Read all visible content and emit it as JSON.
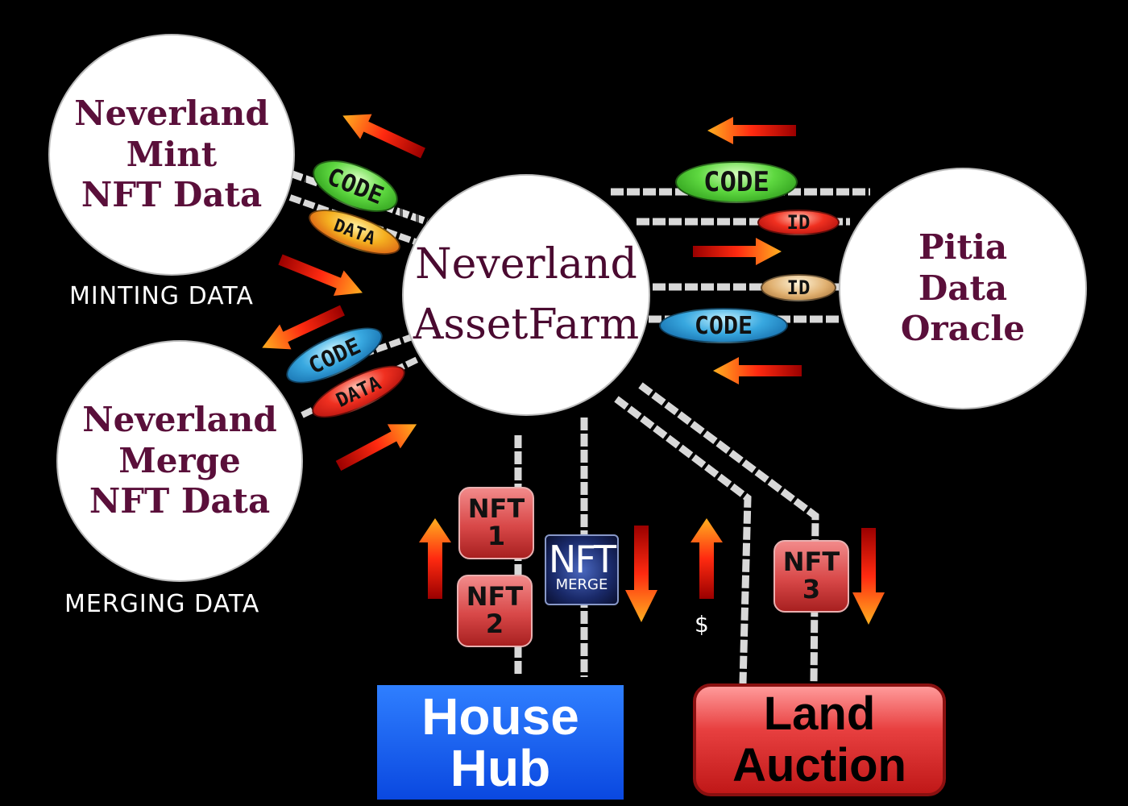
{
  "nodes": {
    "mint": [
      "Neverland",
      "Mint",
      "NFT Data"
    ],
    "merge": [
      "Neverland",
      "Merge",
      "NFT Data"
    ],
    "farm": [
      "Neverland",
      "AssetFarm"
    ],
    "oracle": [
      "Pitia",
      "Data",
      "Oracle"
    ]
  },
  "captions": {
    "minting": "MINTING DATA",
    "merging": "MERGING DATA"
  },
  "pills": {
    "code": "CODE",
    "data": "DATA",
    "id": "ID"
  },
  "nft": {
    "label": "NFT",
    "n1": "1",
    "n2": "2",
    "n3": "3",
    "merge_big": "NFT",
    "merge_small": "MERGE"
  },
  "currency": "$",
  "destinations": {
    "house": [
      "House",
      "Hub"
    ],
    "land": [
      "Land",
      "Auction"
    ]
  },
  "colors": {
    "node_text": "#5a0f3a",
    "house": "#1a5cf0",
    "land": "#e03030",
    "connector": "#d8d8d8"
  }
}
